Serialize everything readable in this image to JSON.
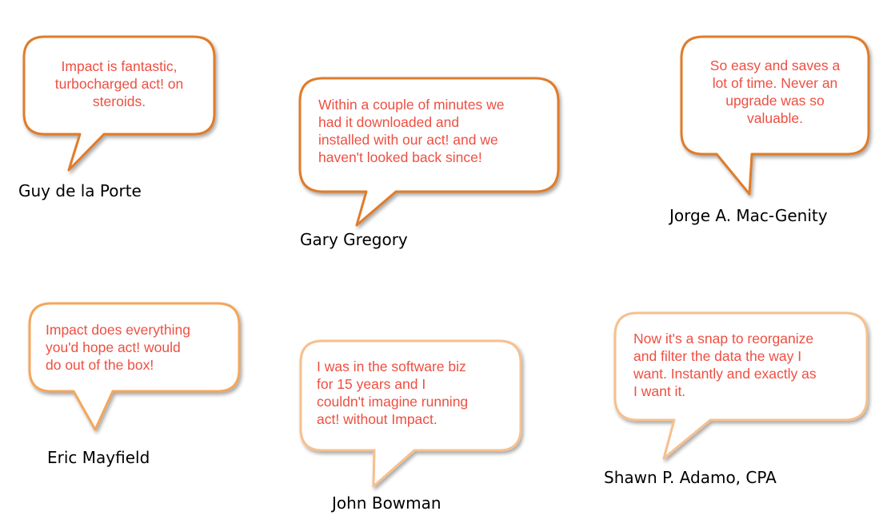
{
  "colors": {
    "quote_text": "#ee4f42",
    "bubble_fill": "#ffffff",
    "bubble_border_dark": "#e07b2a",
    "bubble_border_light": "#f6c08e",
    "author_text": "#000000"
  },
  "testimonials": [
    {
      "quote_lines": [
        "Impact is fantastic,",
        "turbocharged act! on",
        "steroids."
      ],
      "author": "Guy de la Porte"
    },
    {
      "quote_lines": [
        "Within a couple of minutes we",
        "had it downloaded and",
        "installed with our act! and we",
        "haven't looked back since!"
      ],
      "author": "Gary Gregory"
    },
    {
      "quote_lines": [
        "So easy and saves a",
        "lot of time.  Never an",
        "upgrade was so",
        "valuable."
      ],
      "author": "Jorge A. Mac-Genity"
    },
    {
      "quote_lines": [
        "Impact does everything",
        "you'd hope act! would",
        "do out of the box!"
      ],
      "author": "Eric Mayfield"
    },
    {
      "quote_lines": [
        "I was in the software biz",
        "for 15 years and I",
        "couldn't imagine running",
        "act! without Impact."
      ],
      "author": "John Bowman"
    },
    {
      "quote_lines": [
        "Now it's a snap to reorganize",
        "and filter the data the way I",
        "want. Instantly and exactly as",
        "I want it."
      ],
      "author": "Shawn P. Adamo, CPA"
    }
  ]
}
